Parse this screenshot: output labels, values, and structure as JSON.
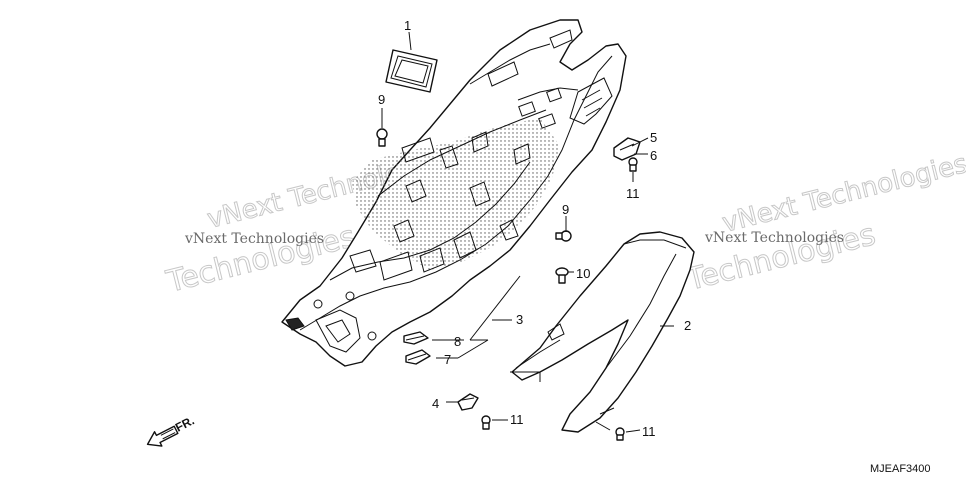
{
  "diagram": {
    "callouts": {
      "c1": "1",
      "c2": "2",
      "c3": "3",
      "c4": "4",
      "c5": "5",
      "c6": "6",
      "c7": "7",
      "c8": "8",
      "c9a": "9",
      "c9b": "9",
      "c10": "10",
      "c11a": "11",
      "c11b": "11",
      "c11c": "11"
    },
    "watermark": {
      "line1": "vNext Technologies",
      "line2": "Technologies"
    },
    "direction_label": "FR.",
    "diagram_code": "MJEAF3400"
  }
}
